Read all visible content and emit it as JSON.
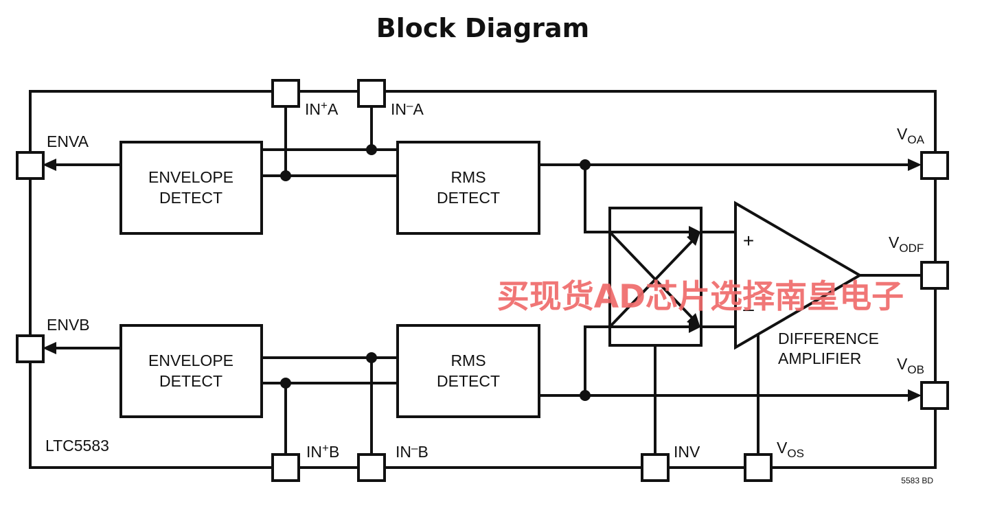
{
  "title": "Block Diagram",
  "chip": {
    "part": "LTC5583",
    "figure_code": "5583 BD"
  },
  "blocks": {
    "env_a": {
      "line1": "ENVELOPE",
      "line2": "DETECT"
    },
    "rms_a": {
      "line1": "RMS",
      "line2": "DETECT"
    },
    "env_b": {
      "line1": "ENVELOPE",
      "line2": "DETECT"
    },
    "rms_b": {
      "line1": "RMS",
      "line2": "DETECT"
    },
    "amp": {
      "line1": "DIFFERENCE",
      "line2": "AMPLIFIER",
      "plus": "+",
      "minus": "–"
    }
  },
  "pins": {
    "in_plus_a": {
      "main1": "IN",
      "sup": "+",
      "main2": "A"
    },
    "in_minus_a": {
      "main1": "IN",
      "sup": "–",
      "main2": "A"
    },
    "in_plus_b": {
      "main1": "IN",
      "sup": "+",
      "main2": "B"
    },
    "in_minus_b": {
      "main1": "IN",
      "sup": "–",
      "main2": "B"
    },
    "enva": {
      "label": "ENVA"
    },
    "envb": {
      "label": "ENVB"
    },
    "voa": {
      "main": "V",
      "sub": "OA"
    },
    "vodf": {
      "main": "V",
      "sub": "ODF"
    },
    "vob": {
      "main": "V",
      "sub": "OB"
    },
    "inv": {
      "label": "INV"
    },
    "vos": {
      "main": "V",
      "sub": "OS"
    }
  },
  "watermark": "买现货AD芯片选择南皇电子",
  "colors": {
    "line": "#111111",
    "watermark": "#ef6a6a",
    "background": "#ffffff"
  }
}
